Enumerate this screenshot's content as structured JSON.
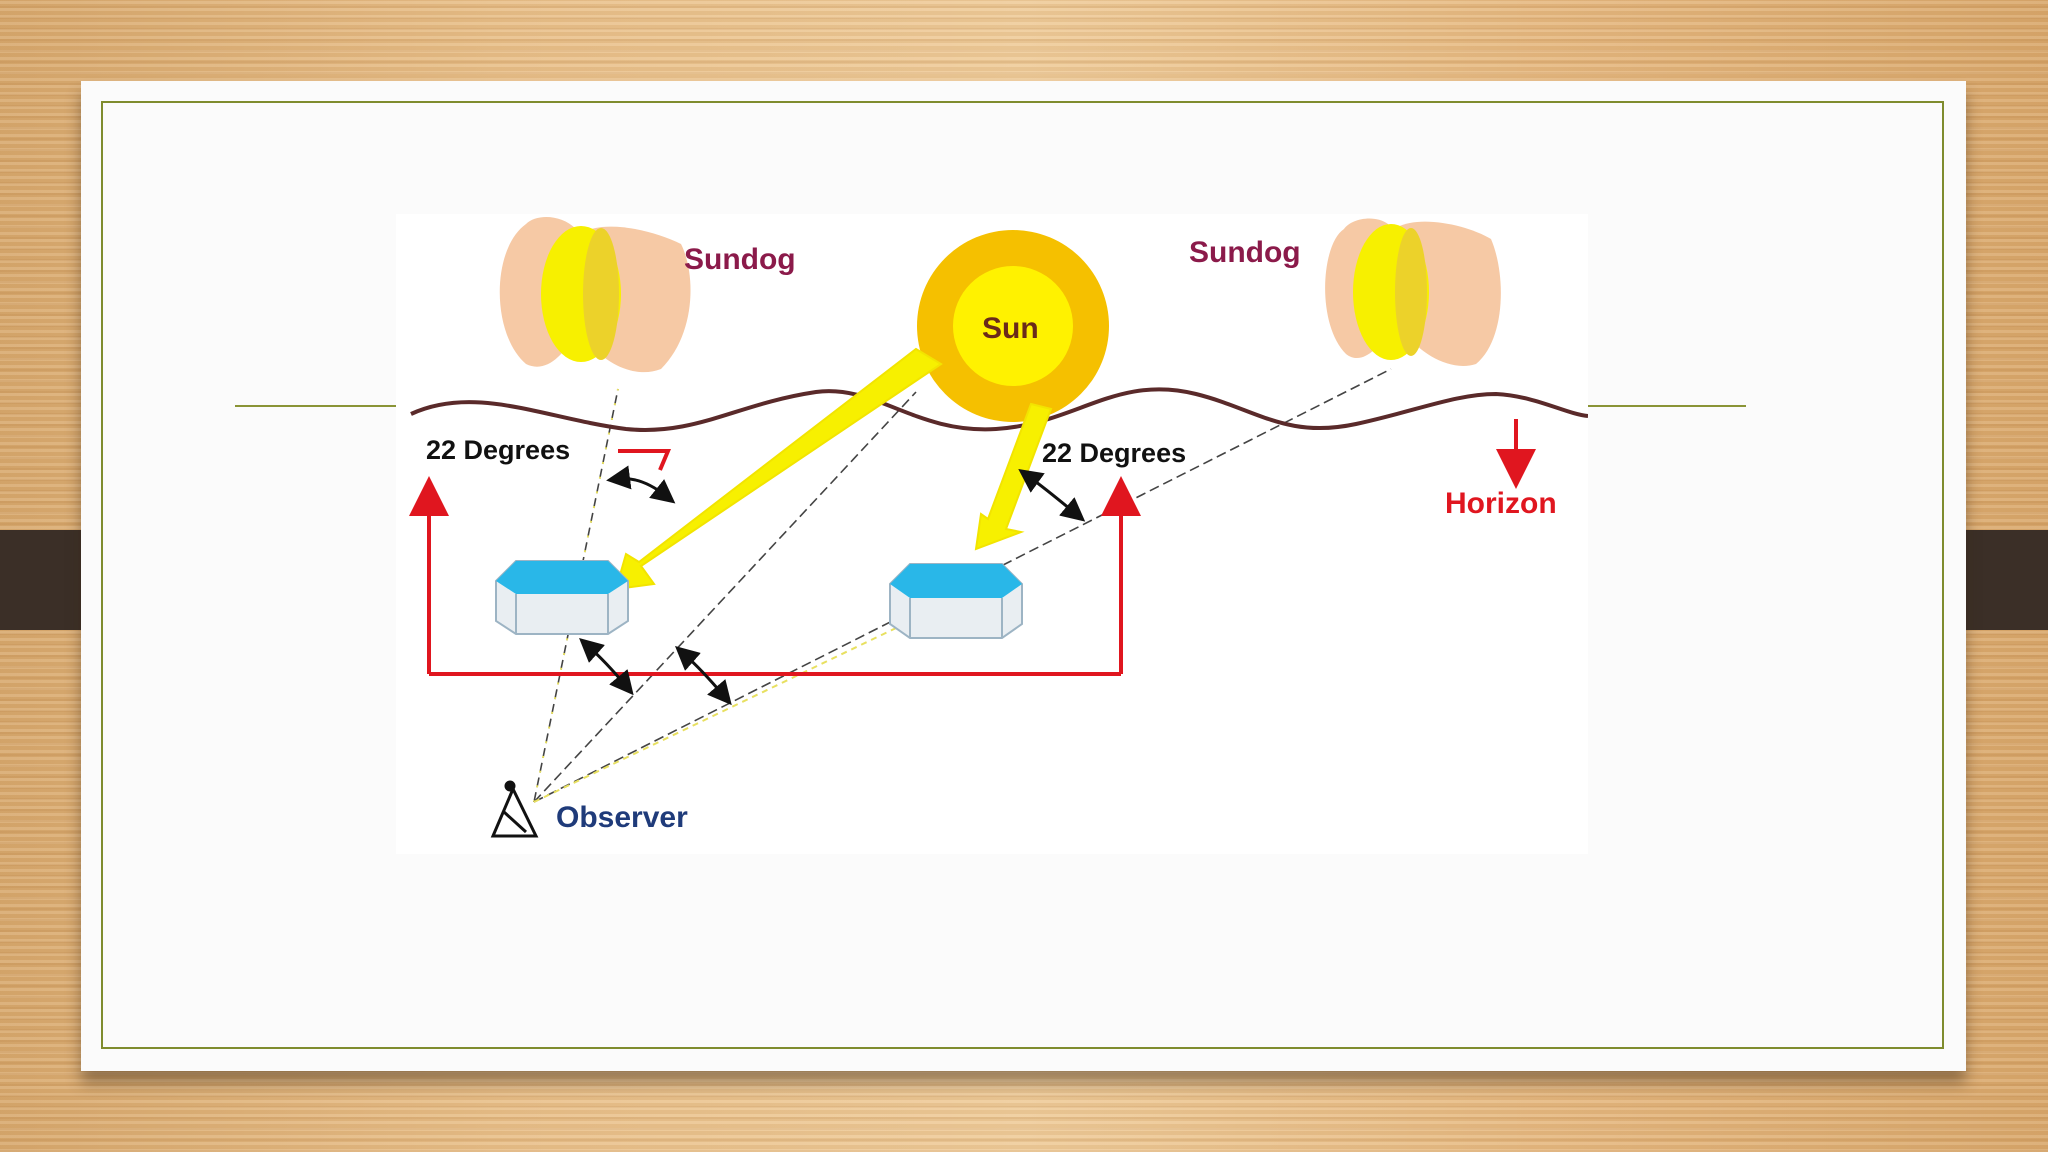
{
  "diagram": {
    "labels": {
      "sundog_left": "Sundog",
      "sundog_right": "Sundog",
      "sun": "Sun",
      "angle_left": "22 Degrees",
      "angle_right": "22 Degrees",
      "horizon": "Horizon",
      "observer": "Observer"
    }
  },
  "colors": {
    "sun_outer": "#f5c000",
    "sun_inner": "#fff200",
    "sundog_outer": "#f6c9a5",
    "sundog_inner": "#f7f000",
    "crystal_top": "#29b7e8",
    "horizon_line": "#5a2a2a",
    "angle_bracket": "#e0161f",
    "sundog_label": "#8b1a4a",
    "observer_label": "#1f3b7a",
    "frame": "#7f8c2e"
  }
}
